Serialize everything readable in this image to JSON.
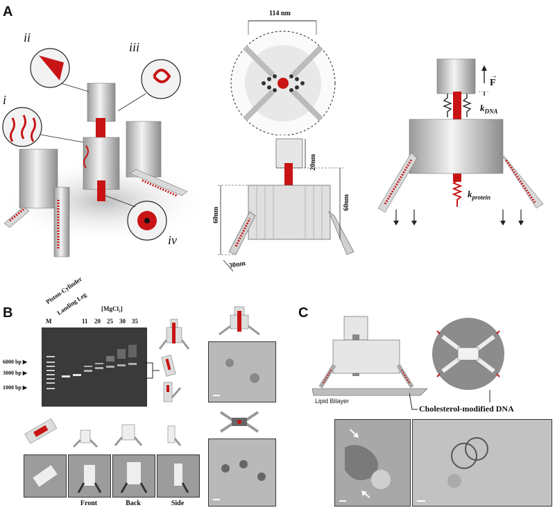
{
  "panelA": {
    "letter": "A",
    "callouts": {
      "i": "i",
      "ii": "ii",
      "iii": "iii",
      "iv": "iv"
    },
    "top_dimension": "114 nm",
    "dims": {
      "d20": "20nm",
      "d60_right": "60nm",
      "d60_left": "60nm",
      "d30": "30nm"
    },
    "force_label": "F",
    "k_dna_main": "k",
    "k_dna_sub": "DNA",
    "k_protein_main": "k",
    "k_protein_sub": "protein"
  },
  "panelB": {
    "letter": "B",
    "lane_labels": {
      "marker": "M",
      "piston": "Piston-Cylinder",
      "leg": "Landing Leg",
      "mg": "[MgCl₂]"
    },
    "mg_values": [
      "11",
      "20",
      "25",
      "30",
      "35"
    ],
    "bp_labels": [
      "6000 bp",
      "3000 bp",
      "1000 bp"
    ],
    "view_labels": [
      "Front",
      "Back",
      "Side"
    ]
  },
  "panelC": {
    "letter": "C",
    "bilayer_label": "Lipid Bilayer",
    "cholesterol_label": "Cholesterol-modified DNA"
  },
  "colors": {
    "red": "#c81414",
    "grey": "#d8d8d8",
    "dark": "#222222"
  }
}
